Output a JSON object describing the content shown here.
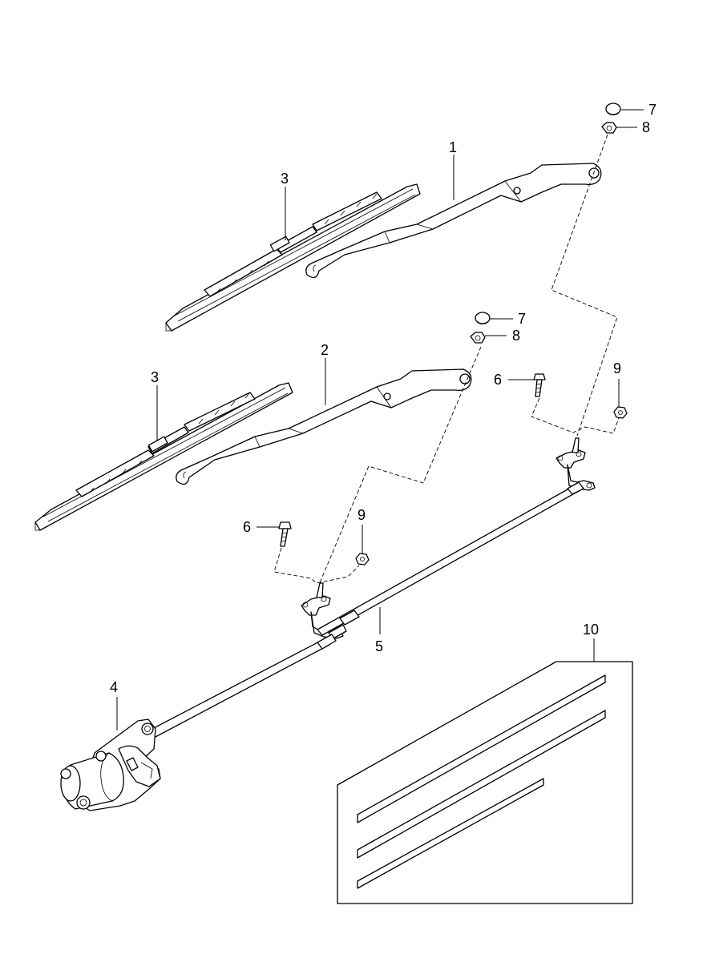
{
  "callouts": {
    "c1": "1",
    "c2": "2",
    "c3a": "3",
    "c3b": "3",
    "c4": "4",
    "c5": "5",
    "c6a": "6",
    "c6b": "6",
    "c7a": "7",
    "c7b": "7",
    "c8a": "8",
    "c8b": "8",
    "c9a": "9",
    "c9b": "9",
    "c10": "10"
  },
  "colors": {
    "line": "#000000",
    "background": "#ffffff"
  }
}
